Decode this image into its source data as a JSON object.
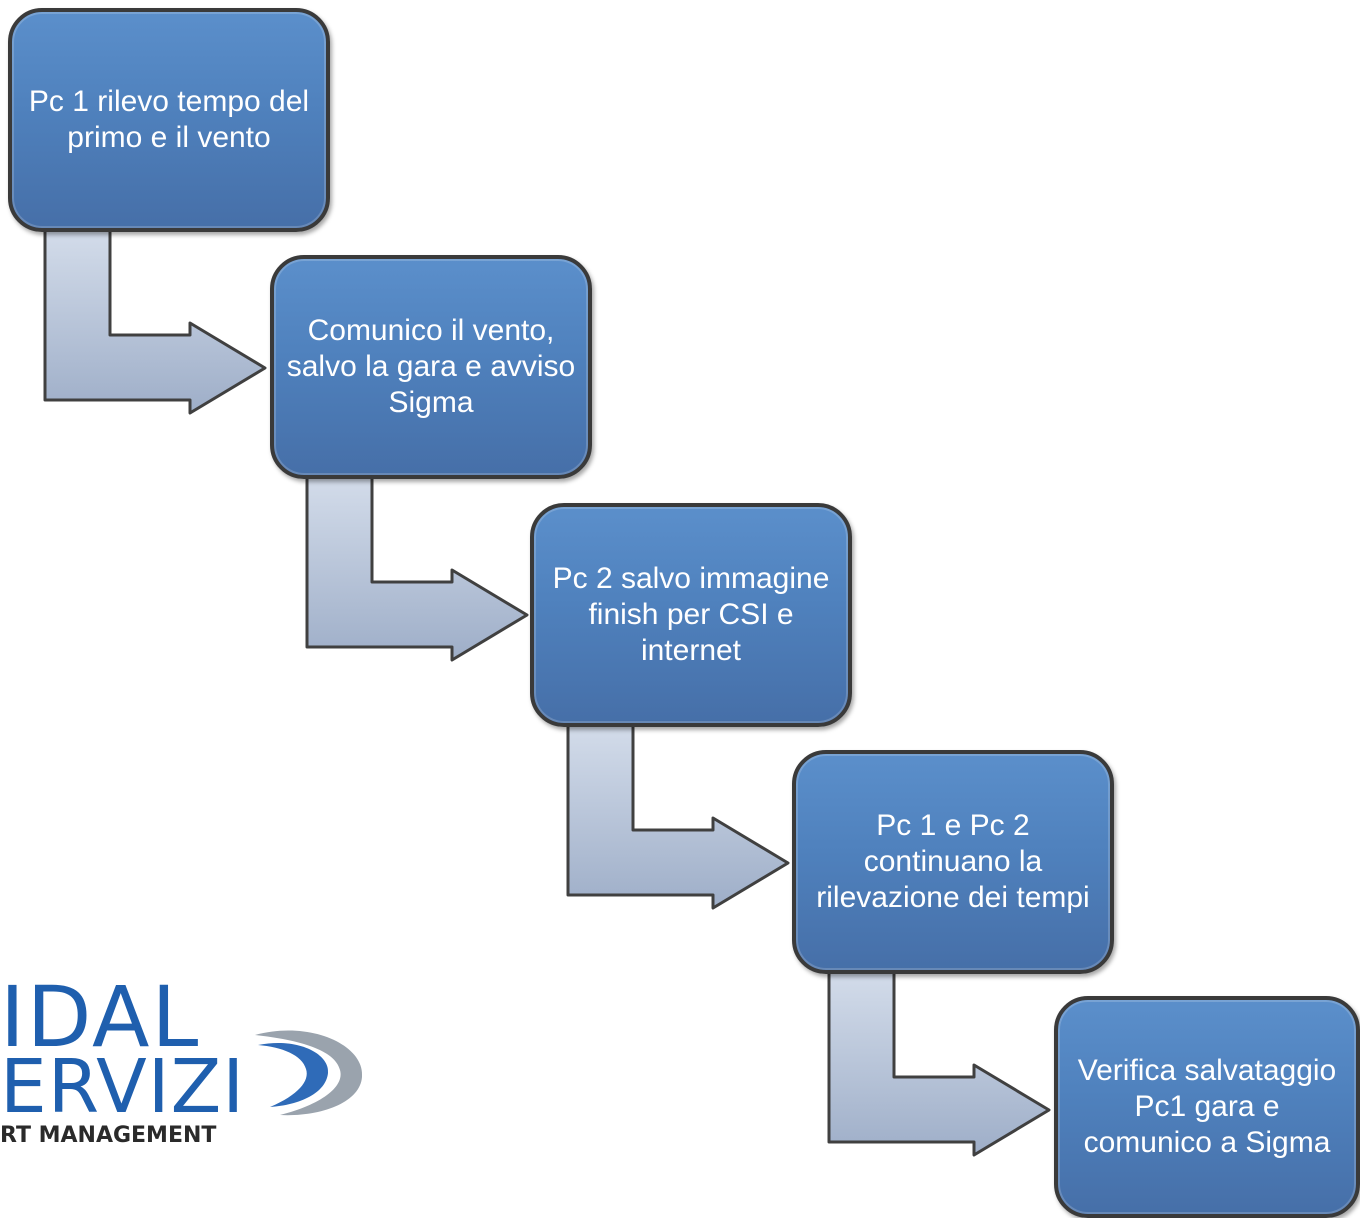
{
  "steps": [
    {
      "label": "Pc 1 rilevo tempo del primo e il vento"
    },
    {
      "label": "Comunico  il vento, salvo la gara e avviso Sigma"
    },
    {
      "label": "Pc 2 salvo immagine  finish per CSI e internet"
    },
    {
      "label": "Pc 1 e Pc 2 continuano  la rilevazione dei tempi"
    },
    {
      "label": "Verifica salvataggio Pc1 gara e comunico a Sigma"
    }
  ],
  "logo": {
    "line1": "IDAL",
    "line2": "ERVIZI",
    "line3": "RT MANAGEMENT"
  },
  "colors": {
    "box_fill": "#4f81bd",
    "box_border": "#3a3a3a",
    "arrow_fill": "#b4c4dc",
    "arrow_border": "#404040",
    "logo_blue": "#1f5fae"
  }
}
